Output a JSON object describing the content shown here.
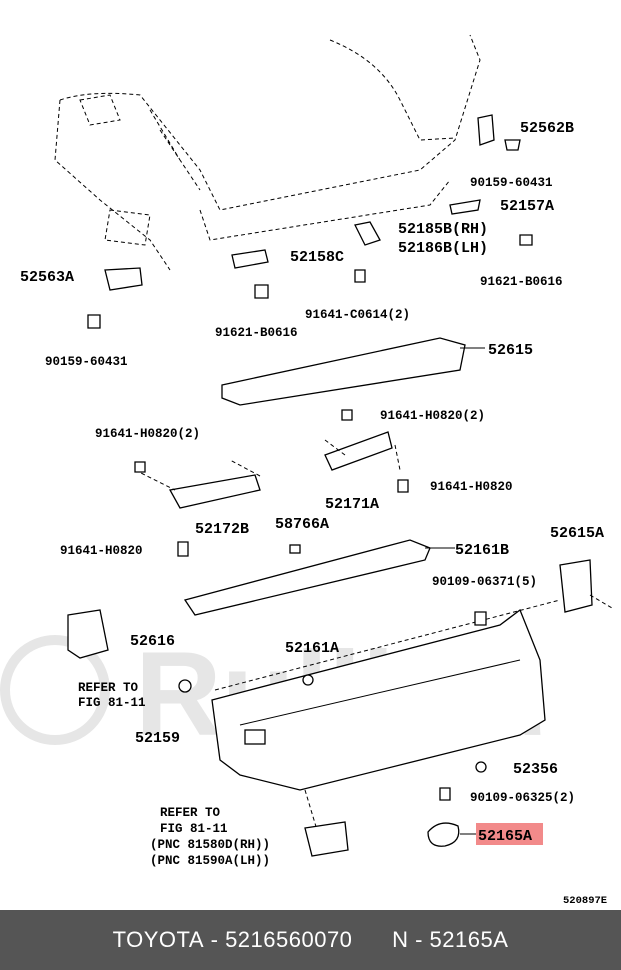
{
  "labels": {
    "p52562b": "52562B",
    "p90159_top": "90159-60431",
    "p52157a": "52157A",
    "p52185b": "52185B(RH)",
    "p52186b": "52186B(LH)",
    "p91621_right": "91621-B0616",
    "p52563a": "52563A",
    "p52158c": "52158C",
    "p91621_left": "91621-B0616",
    "p91641_c0614": "91641-C0614(2)",
    "p90159_left": "90159-60431",
    "p52615": "52615",
    "p91641_h0820_2a": "91641-H0820(2)",
    "p91641_h0820_2b": "91641-H0820(2)",
    "p91641_h0820_r": "91641-H0820",
    "p52171a": "52171A",
    "p52172b": "52172B",
    "p58766a": "58766A",
    "p52161b": "52161B",
    "p91641_h0820_l": "91641-H0820",
    "p52615a": "52615A",
    "p90109_06371": "90109-06371(5)",
    "p52616": "52616",
    "p52161a": "52161A",
    "refer1_line1": "REFER TO",
    "refer1_line2": "FIG 81-11",
    "p52159": "52159",
    "p52356": "52356",
    "p90109_06325": "90109-06325(2)",
    "refer2_line1": "REFER TO",
    "refer2_line2": "FIG 81-11",
    "refer2_line3": "(PNC 81580D(RH))",
    "refer2_line4": "(PNC 81590A(LH))",
    "p52165a": "52165A",
    "diagram_code": "520897E"
  },
  "highlight_color": "#f28a8a",
  "watermark": "Rulli.ru",
  "footer": {
    "brand": "TOYOTA",
    "part_number": "5216560070",
    "pnc": "N - 52165A"
  }
}
